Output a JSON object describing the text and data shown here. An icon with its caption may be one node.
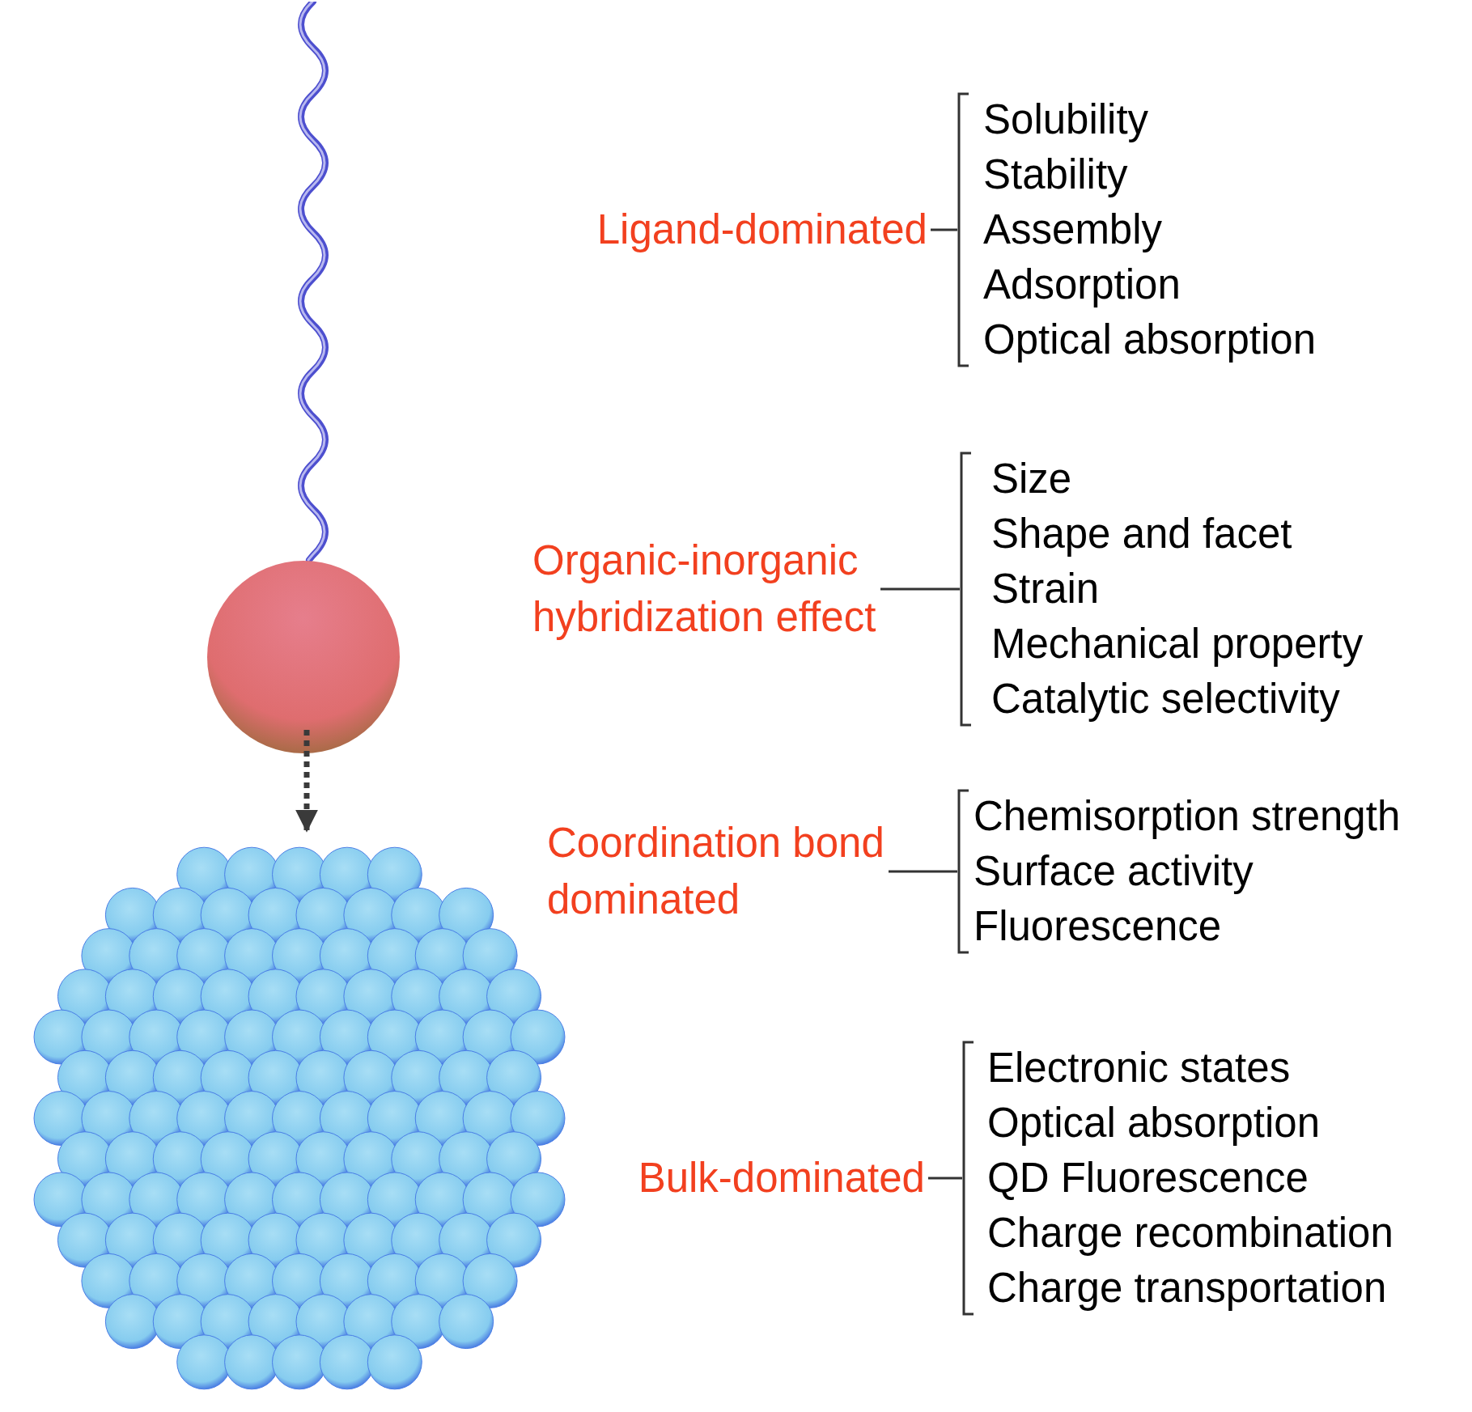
{
  "diagram": {
    "nodes": [
      {
        "text": [],
        "shape": "picture"
      },
      {
        "text": [],
        "shape": "circle"
      },
      {
        "text": [],
        "shape": "picture"
      },
      {
        "text": [
          "Ligand-dominated"
        ]
      },
      {
        "text": [
          "Solubility",
          "Stability",
          "Assembly",
          "Adsorption",
          "Optical absorption"
        ]
      },
      {
        "text": [
          "Organic-inorganic hybridization effect"
        ]
      },
      {
        "text": [
          "Size",
          "Shape and facet",
          "Strain",
          "Mechanical property",
          "Catalytic selectivity"
        ]
      },
      {
        "text": [
          "Coordination bond dominated"
        ]
      },
      {
        "text": [
          "Chemisorption strength",
          "Surface activity",
          "Fluorescence"
        ]
      },
      {
        "text": [
          "Bulk-dominated"
        ]
      },
      {
        "text": [
          "Electronic states",
          "Optical absorption",
          "QD Fluorescence",
          "Charge recombination",
          "Charge transportation"
        ]
      }
    ],
    "edges": [
      {
        "from": 1,
        "to": 2,
        "arrow": "to",
        "style": "dashed"
      },
      {
        "from": 3,
        "to": 4,
        "arrow": "none"
      },
      {
        "from": 5,
        "to": 6,
        "arrow": "none"
      },
      {
        "from": 7,
        "to": 8,
        "arrow": "none"
      },
      {
        "from": 9,
        "to": 10,
        "arrow": "none"
      }
    ]
  }
}
